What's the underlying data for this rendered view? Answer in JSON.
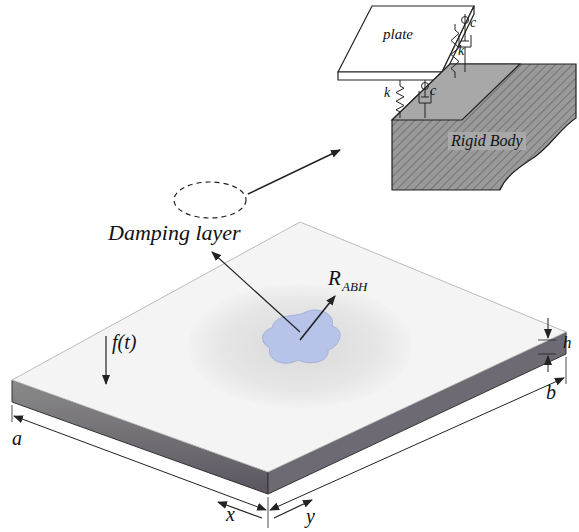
{
  "diagram": {
    "labels": [
      "plate",
      "k",
      "c",
      "k",
      "c",
      "Rigid Body",
      "Damping layer",
      "R",
      "ABH",
      "f(t)",
      "h",
      "a",
      "b",
      "x",
      "y"
    ]
  }
}
